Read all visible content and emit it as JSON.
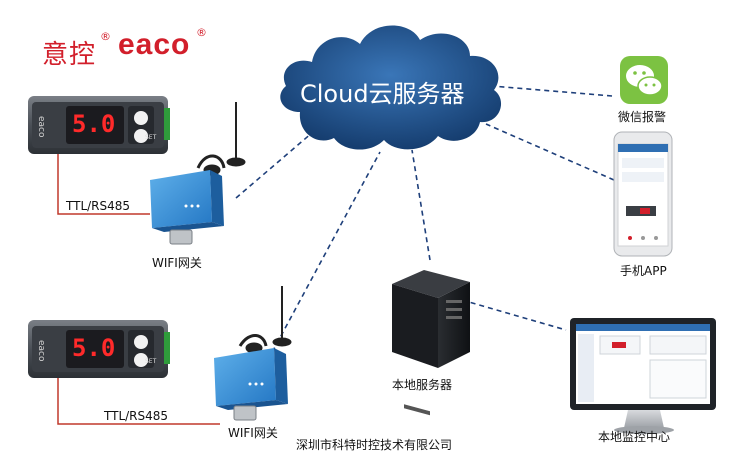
{
  "logo": {
    "cn": "意控",
    "en": "eaco",
    "registered_mark": "®"
  },
  "cloud": {
    "label": "Cloud云服务器"
  },
  "controller": {
    "display_value": "5.0",
    "brand_vertical": "eaco",
    "set_label": "SET"
  },
  "links": {
    "top_wire_label": "TTL/RS485",
    "bottom_wire_label": "TTL/RS485"
  },
  "devices": {
    "wifi_gateway_top": "WIFI网关",
    "wifi_gateway_bottom": "WIFI网关",
    "wechat_alarm": "微信报警",
    "mobile_app": "手机APP",
    "local_server": "本地服务器",
    "local_monitor": "本地监控中心"
  },
  "footer": {
    "company": "深圳市科特时控技术有限公司"
  },
  "colors": {
    "brand_red": "#d21f2b",
    "cloud_blue": "#1f4f86",
    "link_blue": "#1e3f7a",
    "wire_red": "#c0392b",
    "gateway_blue": "#3a8fd4",
    "wechat_green": "#7cc242"
  }
}
